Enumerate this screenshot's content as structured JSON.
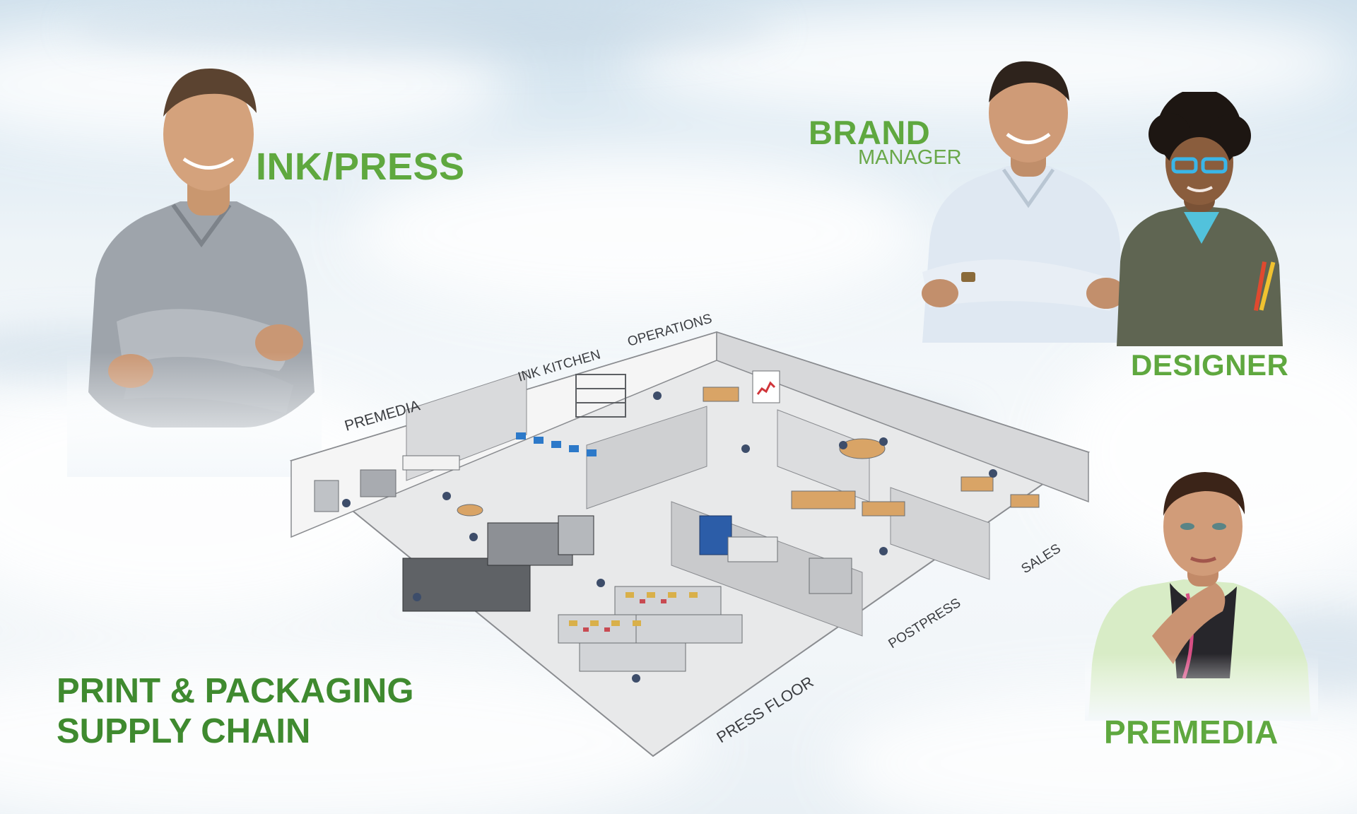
{
  "roles": {
    "ink_press": "INK/PRESS",
    "brand": "BRAND",
    "manager": "MANAGER",
    "designer": "DESIGNER",
    "premedia": "PREMEDIA"
  },
  "title": {
    "line1": "PRINT & PACKAGING",
    "line2": "SUPPLY CHAIN"
  },
  "floor_plan": {
    "premedia": "PREMEDIA",
    "ink_kitchen": "INK KITCHEN",
    "operations": "OPERATIONS",
    "sales": "SALES",
    "postpress": "POSTPRESS",
    "press_floor": "PRESS FLOOR"
  },
  "colors": {
    "label_green": "#5fa83f",
    "title_green": "#3f8a2f"
  }
}
